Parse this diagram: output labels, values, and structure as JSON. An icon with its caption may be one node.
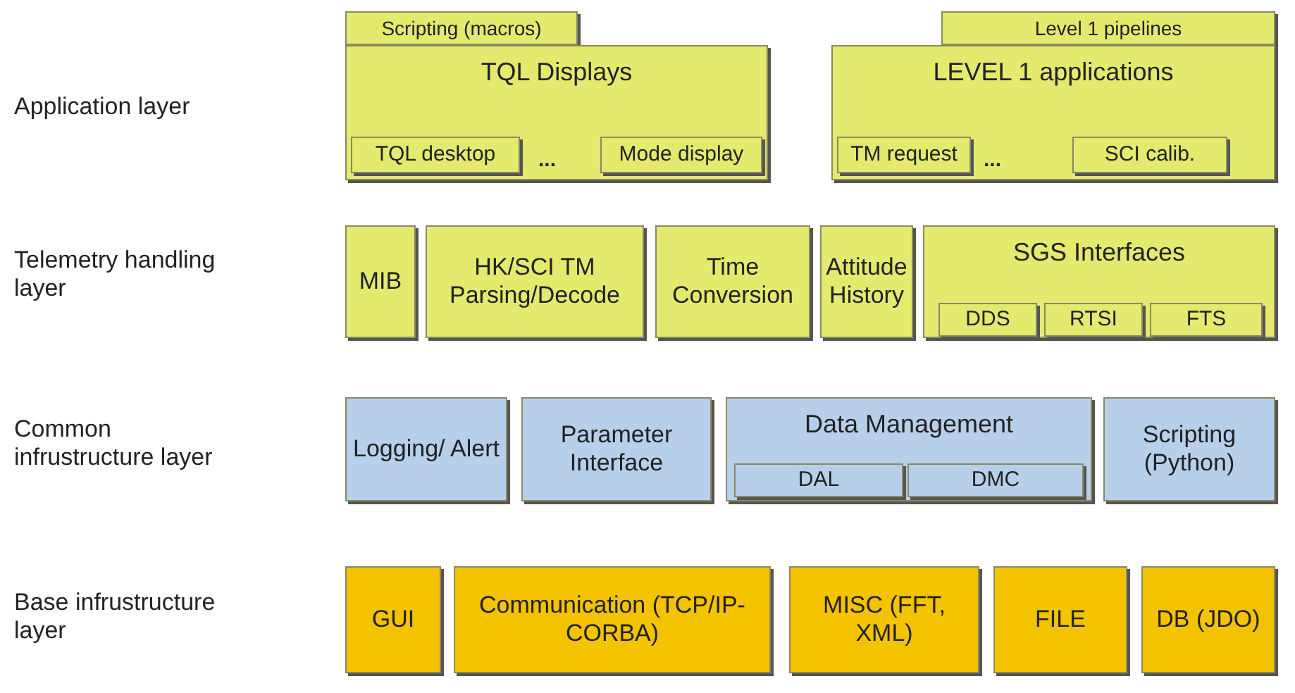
{
  "diagram": {
    "nodes": [
      {
        "text": [
          "Scripting (macros)"
        ]
      },
      {
        "text": [
          "TQL Displays"
        ]
      },
      {
        "text": [
          "TQL desktop"
        ],
        "in": 1
      },
      {
        "text": [
          "Mode display"
        ],
        "in": 1
      },
      {
        "text": [
          "Level 1 pipelines"
        ]
      },
      {
        "text": [
          "LEVEL 1 applications"
        ]
      },
      {
        "text": [
          "TM request"
        ],
        "in": 5
      },
      {
        "text": [
          "SCI calib."
        ],
        "in": 5
      },
      {
        "text": [
          "MIB"
        ]
      },
      {
        "text": [
          "HK/SCI TM Parsing/Decode"
        ]
      },
      {
        "text": [
          "Time Conversion"
        ]
      },
      {
        "text": [
          "Attitude History"
        ]
      },
      {
        "text": [
          "SGS Interfaces"
        ]
      },
      {
        "text": [
          "DDS"
        ],
        "in": 12
      },
      {
        "text": [
          "RTSI"
        ],
        "in": 12
      },
      {
        "text": [
          "FTS"
        ],
        "in": 12
      },
      {
        "text": [
          "Logging/ Alert"
        ]
      },
      {
        "text": [
          "Parameter Interface"
        ]
      },
      {
        "text": [
          "Data Management"
        ]
      },
      {
        "text": [
          "DAL"
        ],
        "in": 18
      },
      {
        "text": [
          "DMC"
        ],
        "in": 18
      },
      {
        "text": [
          "Scripting (Python)"
        ]
      },
      {
        "text": [
          "GUI"
        ]
      },
      {
        "text": [
          "Communication (TCP/IP-CORBA)"
        ]
      },
      {
        "text": [
          "MISC (FFT, XML)"
        ]
      },
      {
        "text": [
          "FILE"
        ]
      },
      {
        "text": [
          "DB (JDO)"
        ]
      }
    ],
    "labels": [
      "Application layer",
      "...",
      "...",
      "Telemetry handling layer",
      "Common infrustructure layer",
      "Base infrustructure layer"
    ]
  }
}
